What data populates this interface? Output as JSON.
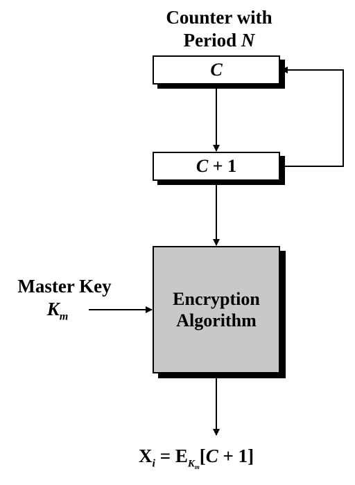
{
  "counter": {
    "title_line1": "Counter with",
    "title_line2_prefix": "Period ",
    "title_line2_var": "N"
  },
  "box_c": {
    "label": "C"
  },
  "box_c1": {
    "var": "C",
    "rest": " + 1"
  },
  "encryption": {
    "line1": "Encryption",
    "line2": "Algorithm"
  },
  "master_key": {
    "line1": "Master Key",
    "var": "K",
    "sub": "m"
  },
  "output": {
    "lhs": "X",
    "lhs_sub": "i",
    "eq": " = E",
    "e_sub": "K",
    "e_sub_sub": "m",
    "bracket_open": "[",
    "var": "C",
    "rest": " + 1]"
  },
  "colors": {
    "box_fill": "#ffffff",
    "encryption_fill": "#c8c8c8",
    "stroke": "#000000"
  }
}
